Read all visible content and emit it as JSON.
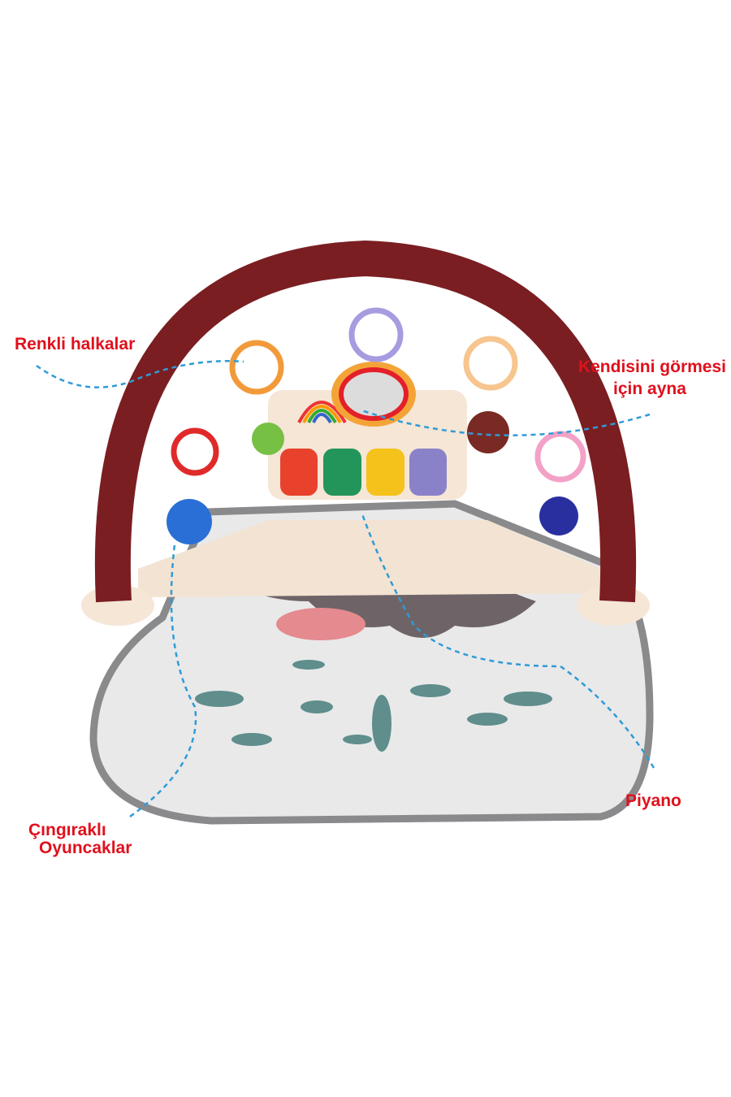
{
  "labels": {
    "rings": "Renkli halkalar",
    "mirror_line1": "Kendisini görmesi",
    "mirror_line2": "için ayna",
    "piano": "Piyano",
    "rattle_line1": "Çıngıraklı",
    "rattle_line2": "Oyuncaklar"
  },
  "colors": {
    "label": "#e0101c",
    "callout_line": "#2f9bd6",
    "arch": "#7a1e22",
    "base": "#f5e6d6",
    "mat": "#e9e9ea",
    "mat_border": "#8a8a8c"
  }
}
